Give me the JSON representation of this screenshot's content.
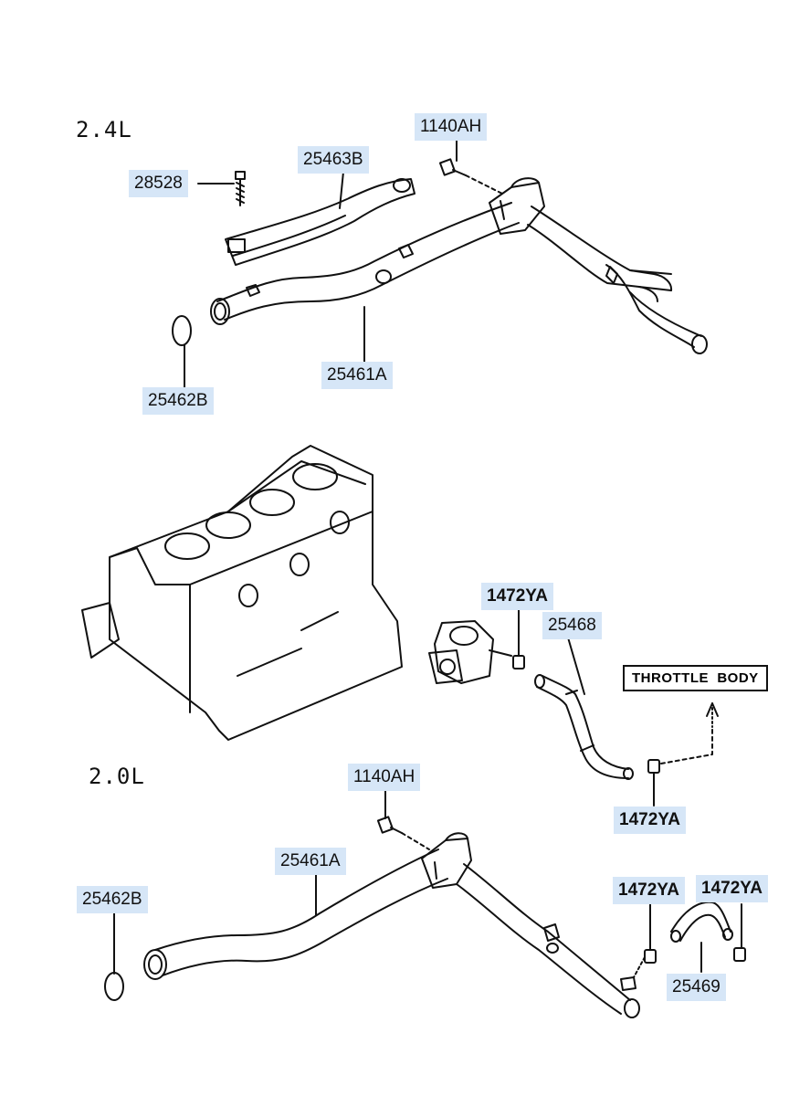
{
  "engines": {
    "top": "2.4L",
    "bottom": "2.0L"
  },
  "note_box": "THROTTLE  BODY",
  "parts_top": {
    "bolt": "1140AH",
    "clip_bolt": "28528",
    "cover": "25463B",
    "pipe": "25461A",
    "oring": "25462B"
  },
  "parts_mid": {
    "clamp_upper": "1472YA",
    "hose": "25468",
    "clamp_lower": "1472YA"
  },
  "parts_bottom": {
    "bolt": "1140AH",
    "pipe": "25461A",
    "oring": "25462B",
    "clamp_left": "1472YA",
    "clamp_right": "1472YA",
    "hose": "25469"
  },
  "colors": {
    "label_bg": "#d6e6f7",
    "line": "#111111"
  }
}
